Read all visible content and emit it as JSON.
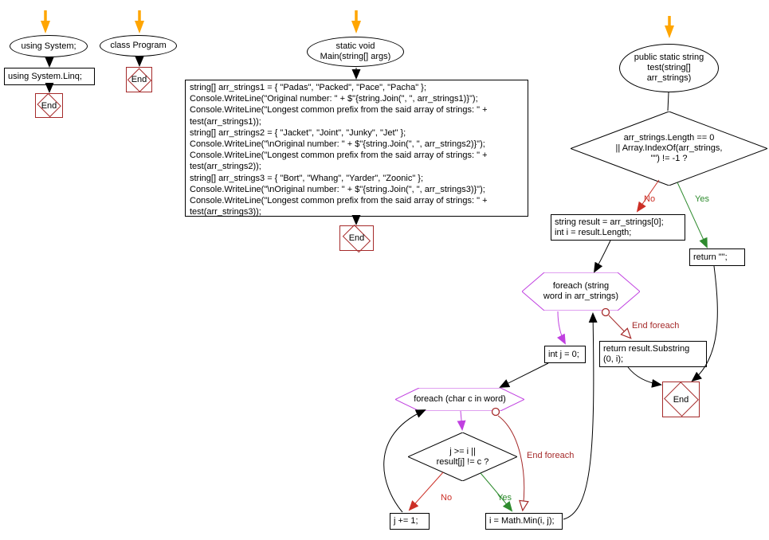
{
  "palette": {
    "background": "#FFFFFF",
    "node_border": "#000000",
    "text": "#000000",
    "start_arrow": "#FFA500",
    "terminal": "#A52A2A",
    "loop_hexagon": "#C040E0",
    "no": "#CC2F26",
    "yes": "#2E8B2E",
    "brown": "#A52A2A"
  },
  "terminal_label": "End",
  "flow_using": {
    "start": "using System;",
    "body": "using System.Linq;"
  },
  "flow_class": {
    "start": "class Program"
  },
  "flow_main": {
    "start_lines": [
      "static void",
      "Main(string[] args)"
    ],
    "code_lines": [
      "string[] arr_strings1 = { \"Padas\", \"Packed\", \"Pace\", \"Pacha\" };",
      "Console.WriteLine(\"Original number: \" + $\"{string.Join(\", \", arr_strings1)}\");",
      "Console.WriteLine(\"Longest common prefix from the said array of strings: \" +",
      "test(arr_strings1));",
      "string[] arr_strings2 = { \"Jacket\", \"Joint\", \"Junky\", \"Jet\" };",
      "Console.WriteLine(\"\\nOriginal number: \" + $\"{string.Join(\", \", arr_strings2)}\");",
      "Console.WriteLine(\"Longest common prefix from the said array of strings: \" +",
      "test(arr_strings2));",
      "string[] arr_strings3 = { \"Bort\", \"Whang\", \"Yarder\", \"Zoonic\" };",
      "Console.WriteLine(\"\\nOriginal number: \" + $\"{string.Join(\", \", arr_strings3)}\");",
      "Console.WriteLine(\"Longest common prefix from the said array of strings: \" +",
      "test(arr_strings3));"
    ]
  },
  "flow_test": {
    "start_lines": [
      "public static string",
      "test(string[]",
      "arr_strings)"
    ],
    "cond_lines": [
      "arr_strings.Length == 0",
      "|| Array.IndexOf(arr_strings,",
      "\"\") != -1 ?"
    ],
    "no_label": "No",
    "yes_label": "Yes",
    "result_lines": [
      "string result = arr_strings[0];",
      "int i = result.Length;"
    ],
    "return_empty": "return \"\";",
    "foreach_word_lines": [
      "foreach (string",
      "word in arr_strings)"
    ],
    "end_foreach_label": "End foreach",
    "int_j": "int j = 0;",
    "return_substring_lines": [
      "return result.Substring",
      "(0, i);"
    ],
    "foreach_char": "foreach (char c in word)",
    "cond2_lines": [
      "j >= i ||",
      "result[j] != c ?"
    ],
    "j_increment": "j += 1;",
    "i_min": "i = Math.Min(i, j);"
  }
}
